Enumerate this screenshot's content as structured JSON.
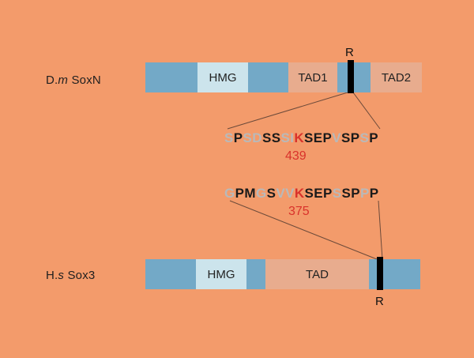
{
  "colors": {
    "background": "#f39b6b",
    "protein_bar": "#73a9c7",
    "hmg_domain": "#cce4ec",
    "tad_domain": "#e8ac8e",
    "site": "#000000",
    "residue_conserved": "#1a1a1a",
    "residue_variable": "#b9b9b9",
    "residue_site": "#d9322b"
  },
  "top_protein": {
    "species_italic": "m",
    "name_prefix": "D.",
    "name_suffix": " SoxN",
    "hmg_label": "HMG",
    "tad1_label": "TAD1",
    "tad2_label": "TAD2",
    "site_label": "R",
    "sequence": [
      {
        "c": "S",
        "t": "v"
      },
      {
        "c": "P",
        "t": "c"
      },
      {
        "c": "S",
        "t": "v"
      },
      {
        "c": "D",
        "t": "v"
      },
      {
        "c": "S",
        "t": "c"
      },
      {
        "c": "S",
        "t": "c"
      },
      {
        "c": "S",
        "t": "v"
      },
      {
        "c": "I",
        "t": "v"
      },
      {
        "c": "K",
        "t": "k"
      },
      {
        "c": "S",
        "t": "c"
      },
      {
        "c": "E",
        "t": "c"
      },
      {
        "c": "P",
        "t": "c"
      },
      {
        "c": "V",
        "t": "v"
      },
      {
        "c": "S",
        "t": "c"
      },
      {
        "c": "P",
        "t": "c"
      },
      {
        "c": "S",
        "t": "v"
      },
      {
        "c": "P",
        "t": "c"
      }
    ],
    "site_position": "439"
  },
  "bottom_protein": {
    "species_italic": "s",
    "name_prefix": "H.",
    "name_suffix": " Sox3",
    "hmg_label": "HMG",
    "tad_label": "TAD",
    "site_label": "R",
    "sequence": [
      {
        "c": "G",
        "t": "v"
      },
      {
        "c": "P",
        "t": "c"
      },
      {
        "c": "M",
        "t": "c"
      },
      {
        "c": "G",
        "t": "v"
      },
      {
        "c": "S",
        "t": "c"
      },
      {
        "c": "V",
        "t": "v"
      },
      {
        "c": "V",
        "t": "v"
      },
      {
        "c": "K",
        "t": "k"
      },
      {
        "c": "S",
        "t": "c"
      },
      {
        "c": "E",
        "t": "c"
      },
      {
        "c": "P",
        "t": "c"
      },
      {
        "c": "S",
        "t": "v"
      },
      {
        "c": "S",
        "t": "c"
      },
      {
        "c": "P",
        "t": "c"
      },
      {
        "c": "P",
        "t": "v"
      },
      {
        "c": "P",
        "t": "c"
      }
    ],
    "site_position": "375"
  }
}
